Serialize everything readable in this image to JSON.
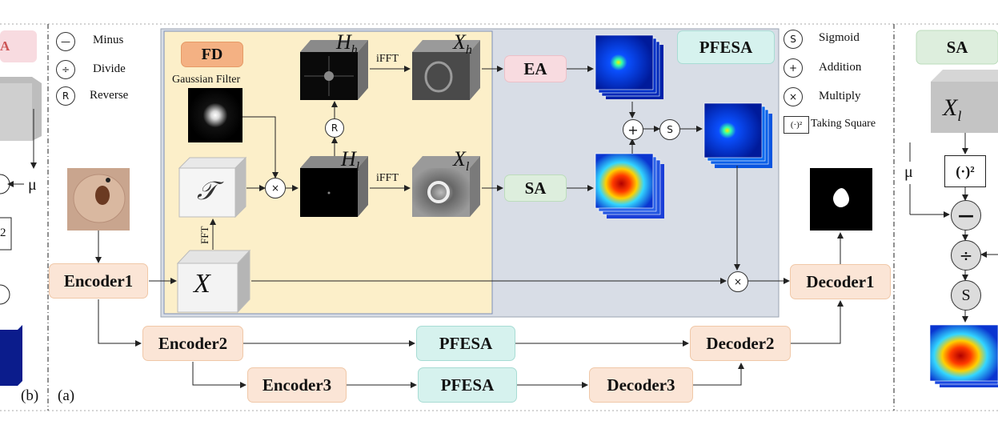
{
  "legend_left": [
    {
      "symbol": "—",
      "label": "Minus"
    },
    {
      "symbol": "÷",
      "label": "Divide"
    },
    {
      "symbol": "R",
      "label": "Reverse"
    }
  ],
  "legend_right": [
    {
      "symbol": "S",
      "label": "Sigmoid"
    },
    {
      "symbol": "+",
      "label": "Addition"
    },
    {
      "symbol": "×",
      "label": "Multiply"
    },
    {
      "symbol": "(·)²",
      "label": "Taking Square"
    }
  ],
  "fd": {
    "title": "FD",
    "gaussian_label": "Gaussian  Filter"
  },
  "pfesa_label": "PFESA",
  "modules": {
    "ea": "EA",
    "sa": "SA"
  },
  "ops": {
    "ifft_top": "iFFT",
    "ifft_bottom": "iFFT",
    "fft": "FFT",
    "reverse": "R",
    "multiply": "×",
    "add": "+",
    "sigmoid": "S"
  },
  "vars": {
    "Hh_main": "H",
    "Hh_sub": "h",
    "Xh_main": "X",
    "Xh_sub": "h",
    "Hl_main": "H",
    "Hl_sub": "l",
    "Xl_main": "X",
    "Xl_sub": "l",
    "X": "X",
    "F": "𝒯"
  },
  "encoders": [
    "Encoder1",
    "Encoder2",
    "Encoder3"
  ],
  "decoders": [
    "Decoder1",
    "Decoder2",
    "Decoder3"
  ],
  "pfesa_blocks": [
    "PFESA",
    "PFESA"
  ],
  "panel_labels": {
    "a": "(a)",
    "b": "(b)"
  },
  "sa_panel": {
    "title": "SA",
    "x_main": "X",
    "x_sub": "l",
    "mu": "μ",
    "square": "(·)²",
    "minus": "—",
    "divide": "÷",
    "sigmoid": "S"
  },
  "left_panel": {
    "tag": "A",
    "mu": "μ",
    "square_partial": "2"
  },
  "colors": {
    "encoder": "#fbe5d6",
    "pfesa": "#d6f2ee",
    "fd_bg": "#fcefc9",
    "pfesa_bg": "#d8dde6",
    "ea": "#f8dbe0",
    "sa": "#ddeedd"
  }
}
